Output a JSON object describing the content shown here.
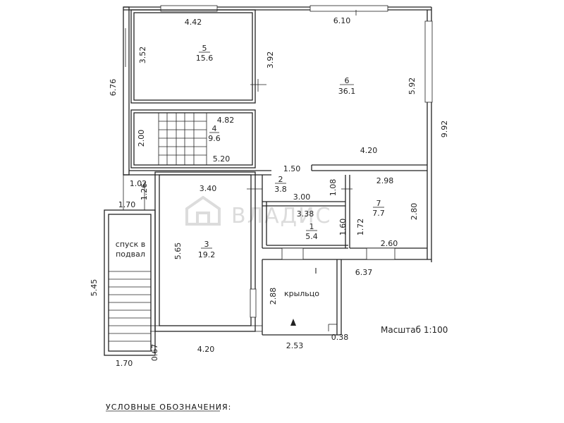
{
  "rooms": {
    "r5": {
      "num": "5",
      "area": "15.6"
    },
    "r6": {
      "num": "6",
      "area": "36.1"
    },
    "r4": {
      "num": "4",
      "area": "9.6"
    },
    "r2": {
      "num": "2",
      "area": "3.8"
    },
    "r7": {
      "num": "7",
      "area": "7.7"
    },
    "r1": {
      "num": "1",
      "area": "5.4"
    },
    "r3": {
      "num": "3",
      "area": "19.2"
    }
  },
  "labels": {
    "stairs_down_1": "спуск в",
    "stairs_down_2": "подвал",
    "porch": "крыльцо",
    "porch_mark": "I",
    "scale": "Масштаб 1:100",
    "legend_title": "УСЛОВНЫЕ ОБОЗНАЧЕНИЯ:",
    "watermark": "ВЛАДИС"
  },
  "dims": {
    "d_4_42": "4.42",
    "d_6_10": "6.10",
    "d_3_52": "3.52",
    "d_3_92": "3.92",
    "d_5_92": "5.92",
    "d_6_76": "6.76",
    "d_9_92": "9.92",
    "d_4_82": "4.82",
    "d_2_00": "2.00",
    "d_5_20": "5.20",
    "d_4_20_top": "4.20",
    "d_1_50": "1.50",
    "d_1_02": "1.02",
    "d_1_26": "1.26",
    "d_3_40": "3.40",
    "d_3_00": "3.00",
    "d_1_08": "1.08",
    "d_2_98": "2.98",
    "d_1_70_top": "1.70",
    "d_3_38": "3.38",
    "d_2_80": "2.80",
    "d_1_60": "1.60",
    "d_1_72": "1.72",
    "d_5_65": "5.65",
    "d_2_60": "2.60",
    "d_6_37": "6.37",
    "d_5_45": "5.45",
    "d_2_88": "2.88",
    "d_0_67": "0.67",
    "d_4_20_bot": "4.20",
    "d_2_53": "2.53",
    "d_0_38": "0.38",
    "d_1_70_bot": "1.70"
  }
}
